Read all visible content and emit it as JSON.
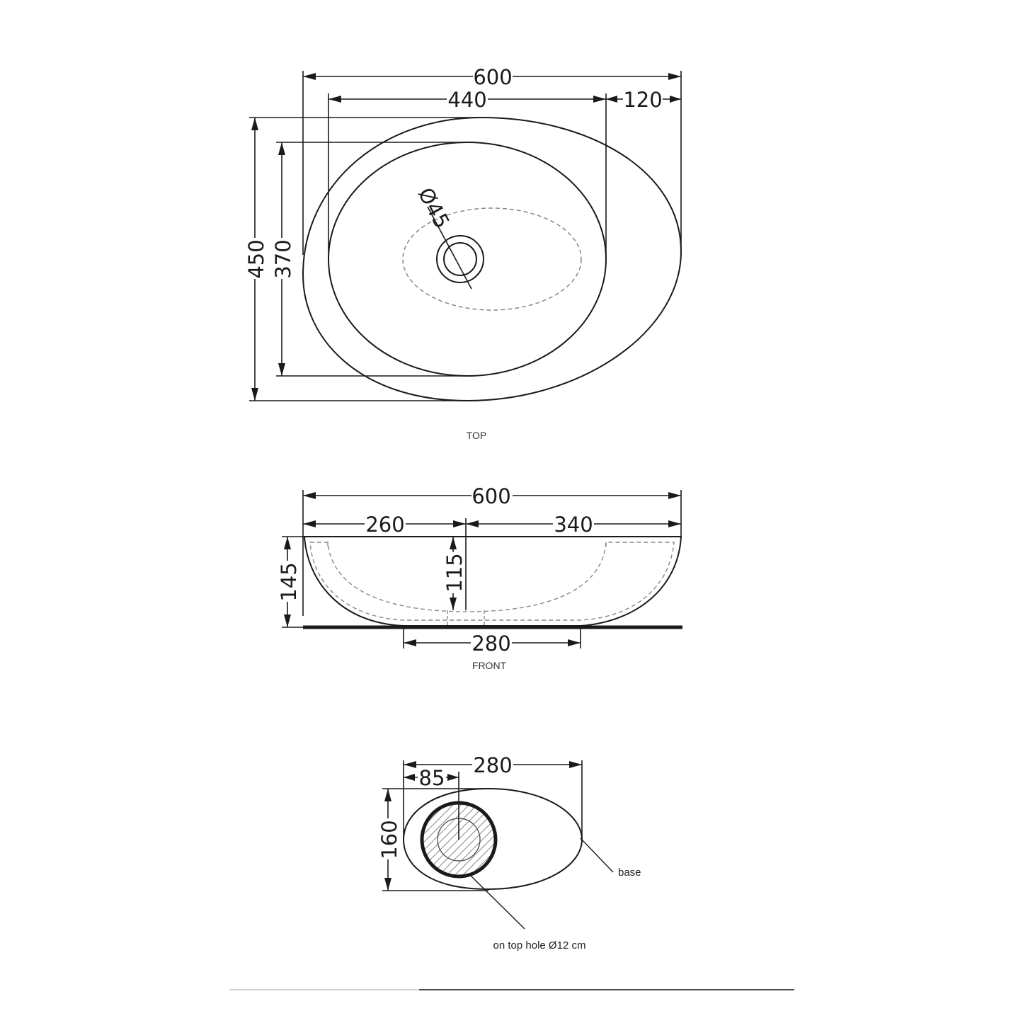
{
  "top_view": {
    "caption": "TOP",
    "dims": {
      "overall_length": "600",
      "bowl_length": "440",
      "rim_offset": "120",
      "overall_width": "450",
      "bowl_width": "370",
      "drain_diameter": "Ø45"
    }
  },
  "front_view": {
    "caption": "FRONT",
    "dims": {
      "overall_length": "600",
      "left_to_drain": "260",
      "drain_to_right": "340",
      "overall_height": "145",
      "bowl_depth": "115",
      "base_length": "280"
    }
  },
  "base_view": {
    "dims": {
      "base_length": "280",
      "hole_offset": "85",
      "base_width": "160"
    },
    "callouts": {
      "base": "base",
      "hole": "on top hole Ø12 cm"
    }
  },
  "colors": {
    "line": "#1a1a1a",
    "dashed": "#888888",
    "hatch": "#555555"
  }
}
